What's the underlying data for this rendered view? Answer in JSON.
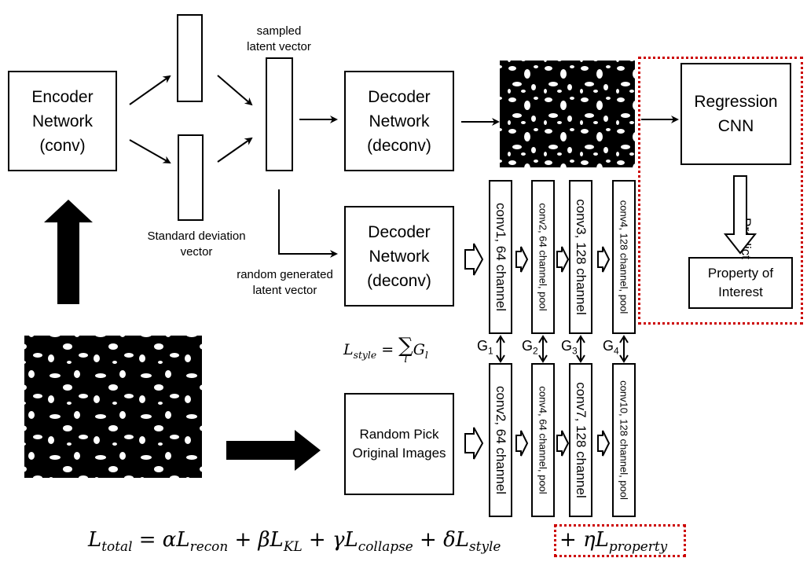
{
  "encoder": {
    "line1": "Encoder",
    "line2": "Network",
    "line3": "(conv)"
  },
  "decoder_top": {
    "line1": "Decoder",
    "line2": "Network",
    "line3": "(deconv)"
  },
  "decoder_bottom": {
    "line1": "Decoder",
    "line2": "Network",
    "line3": "(deconv)"
  },
  "regression": {
    "line1": "Regression",
    "line2": "CNN"
  },
  "property": {
    "line1": "Property of",
    "line2": "Interest"
  },
  "predict": "Predict",
  "random_pick": {
    "line1": "Random Pick",
    "line2": "Original Images"
  },
  "labels": {
    "sampled": {
      "line1": "sampled",
      "line2": "latent vector"
    },
    "stddev": {
      "line1": "Standard deviation",
      "line2": "vector"
    },
    "random_gen": {
      "line1": "random generated",
      "line2": "latent vector"
    }
  },
  "gen_layers": [
    "conv1, 64 channel",
    "conv2, 64 channel, pool",
    "conv3, 128 channel",
    "conv4, 128 channel, pool"
  ],
  "orig_layers": [
    "conv2, 64 channel",
    "conv4, 64 channel, pool",
    "conv7, 128 channel",
    "conv10, 128 channel, pool"
  ],
  "gram": {
    "g1": "G",
    "s1": "1",
    "g2": "G",
    "s2": "2",
    "g3": "G",
    "s3": "3",
    "g4": "G",
    "s4": "4"
  },
  "style_eq": {
    "lhs": "L",
    "lhs_sub": "style",
    "eq": " = ",
    "sum": "∑",
    "sum_sub": "l",
    "term": "G",
    "term_sub": "l"
  },
  "total_eq": {
    "p1": "L",
    "s1": "total",
    "p2": " = αL",
    "s2": "recon",
    "p3": " + βL",
    "s3": "KL",
    "p4": " + γL",
    "s4": "collapse",
    "p5": " + δL",
    "s5": "style",
    "p6": "+ ηL",
    "s6": "property"
  },
  "colors": {
    "red_dotted": "#cc0000",
    "black": "#000000"
  }
}
